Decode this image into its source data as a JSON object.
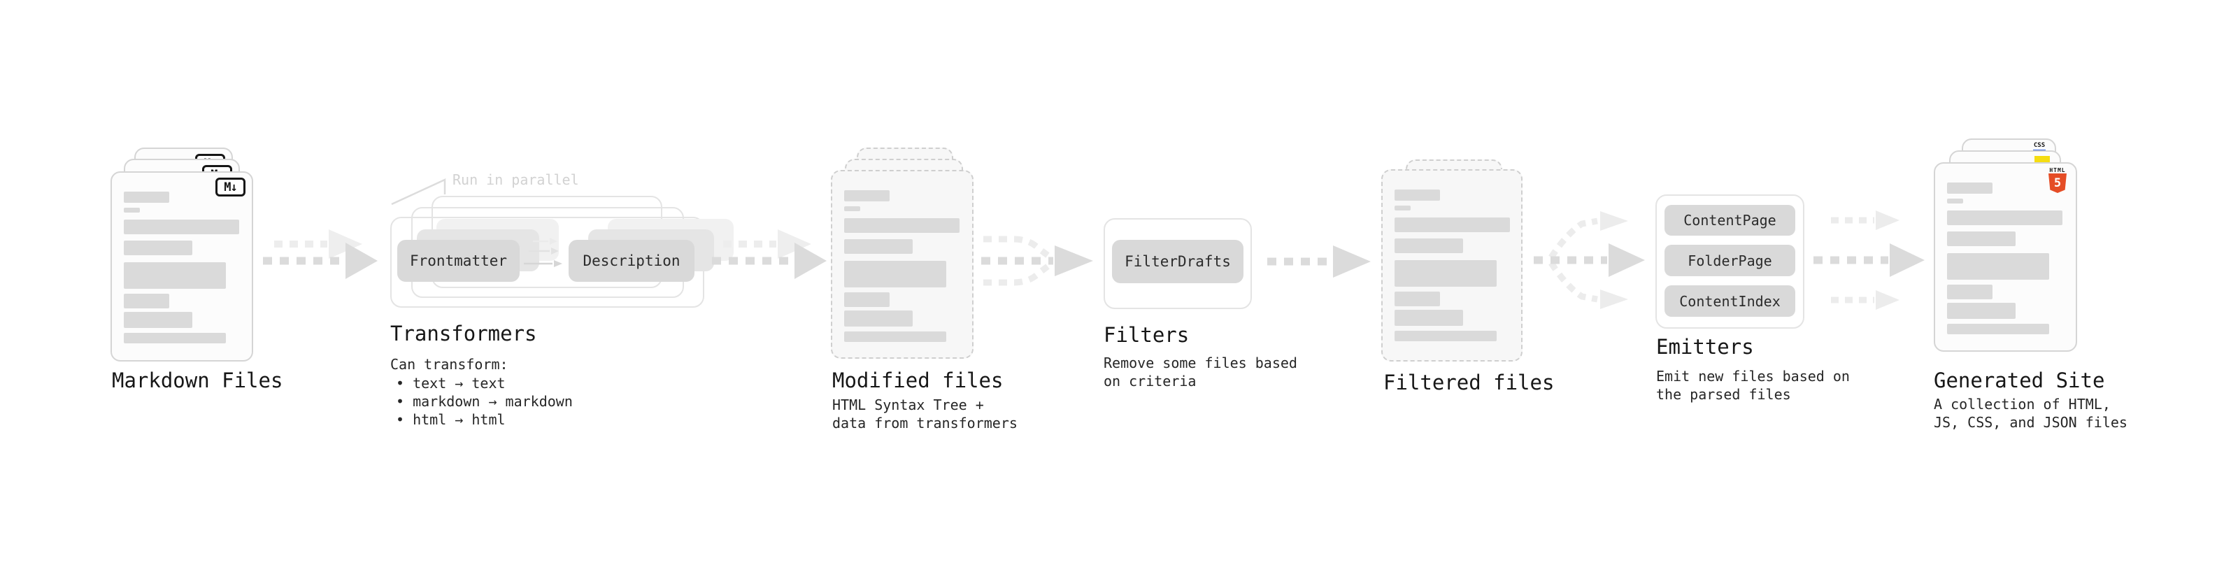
{
  "diagram": {
    "markdown_files": {
      "title": "Markdown Files",
      "badge": "M↓"
    },
    "transformers": {
      "title": "Transformers",
      "callout": "Run in parallel",
      "pill_left": "Frontmatter",
      "pill_right": "Description",
      "intro": "Can transform:",
      "bullets": [
        "• text → text",
        "• markdown → markdown",
        "• html → html"
      ]
    },
    "modified_files": {
      "title": "Modified files",
      "subtitle": "HTML Syntax Tree +\ndata from transformers"
    },
    "filters": {
      "title": "Filters",
      "pill": "FilterDrafts",
      "subtitle": "Remove some files based\non criteria"
    },
    "filtered_files": {
      "title": "Filtered files"
    },
    "emitters": {
      "title": "Emitters",
      "pills": [
        "ContentPage",
        "FolderPage",
        "ContentIndex"
      ],
      "subtitle": "Emit new files based on\nthe parsed files"
    },
    "generated_site": {
      "title": "Generated Site",
      "subtitle": "A collection of HTML,\nJS, CSS, and JSON files",
      "css_badge": "CSS",
      "html_badge_label": "HTML",
      "html_badge_number": "5"
    }
  },
  "colors": {
    "arrow_dark": "#dbdbdb",
    "arrow_light": "#ececec",
    "pill_gray": "#d9d9d9",
    "html5_orange": "#e54d26",
    "js_yellow": "#f5dd12",
    "css_blue": "#2c5fe0"
  }
}
